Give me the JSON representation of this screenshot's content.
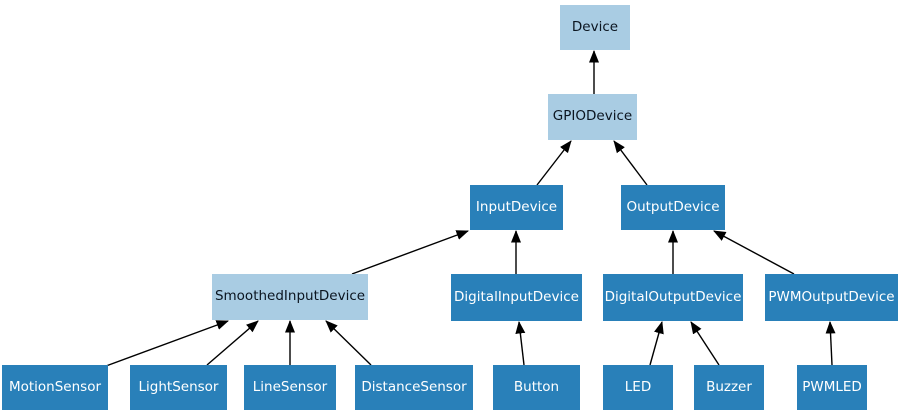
{
  "diagram": {
    "kind": "class-inheritance-tree",
    "arrow_direction": "child-to-parent"
  },
  "colors": {
    "background": "#ffffff",
    "node_dark_fill": "#2980b9",
    "node_light_fill": "#a9cce3",
    "node_dark_text": "#ffffff",
    "node_light_text": "#0b1520",
    "edge": "#000000"
  },
  "nodes": {
    "device": {
      "label": "Device",
      "variant": "light"
    },
    "gpiodevice": {
      "label": "GPIODevice",
      "variant": "light"
    },
    "inputdevice": {
      "label": "InputDevice",
      "variant": "dark"
    },
    "outputdevice": {
      "label": "OutputDevice",
      "variant": "dark"
    },
    "smoothedinputdevice": {
      "label": "SmoothedInputDevice",
      "variant": "light"
    },
    "digitalinputdevice": {
      "label": "DigitalInputDevice",
      "variant": "dark"
    },
    "digitaloutputdevice": {
      "label": "DigitalOutputDevice",
      "variant": "dark"
    },
    "pwmoutputdevice": {
      "label": "PWMOutputDevice",
      "variant": "dark"
    },
    "motionsensor": {
      "label": "MotionSensor",
      "variant": "dark"
    },
    "lightsensor": {
      "label": "LightSensor",
      "variant": "dark"
    },
    "linesensor": {
      "label": "LineSensor",
      "variant": "dark"
    },
    "distancesensor": {
      "label": "DistanceSensor",
      "variant": "dark"
    },
    "button": {
      "label": "Button",
      "variant": "dark"
    },
    "led": {
      "label": "LED",
      "variant": "dark"
    },
    "buzzer": {
      "label": "Buzzer",
      "variant": "dark"
    },
    "pwmled": {
      "label": "PWMLED",
      "variant": "dark"
    }
  },
  "edges": [
    {
      "from": "GPIODevice",
      "to": "Device"
    },
    {
      "from": "InputDevice",
      "to": "GPIODevice"
    },
    {
      "from": "OutputDevice",
      "to": "GPIODevice"
    },
    {
      "from": "SmoothedInputDevice",
      "to": "InputDevice"
    },
    {
      "from": "DigitalInputDevice",
      "to": "InputDevice"
    },
    {
      "from": "DigitalOutputDevice",
      "to": "OutputDevice"
    },
    {
      "from": "PWMOutputDevice",
      "to": "OutputDevice"
    },
    {
      "from": "MotionSensor",
      "to": "SmoothedInputDevice"
    },
    {
      "from": "LightSensor",
      "to": "SmoothedInputDevice"
    },
    {
      "from": "LineSensor",
      "to": "SmoothedInputDevice"
    },
    {
      "from": "DistanceSensor",
      "to": "SmoothedInputDevice"
    },
    {
      "from": "Button",
      "to": "DigitalInputDevice"
    },
    {
      "from": "LED",
      "to": "DigitalOutputDevice"
    },
    {
      "from": "Buzzer",
      "to": "DigitalOutputDevice"
    },
    {
      "from": "PWMLED",
      "to": "PWMOutputDevice"
    }
  ]
}
